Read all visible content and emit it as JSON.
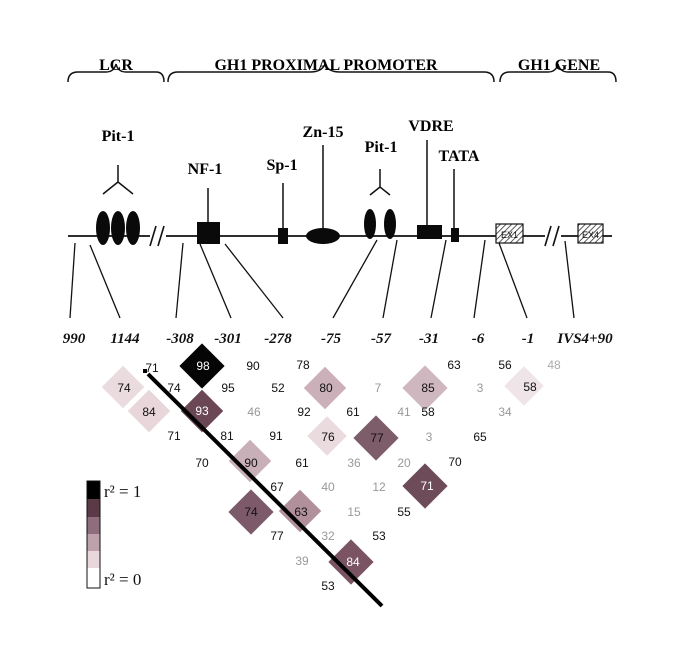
{
  "regions": [
    {
      "id": "lcr",
      "label": "LCR"
    },
    {
      "id": "promoter",
      "label": "GH1 PROXIMAL PROMOTER"
    },
    {
      "id": "gene",
      "label": "GH1 GENE"
    }
  ],
  "elements": [
    {
      "id": "pit1-lcr",
      "label": "Pit-1"
    },
    {
      "id": "nf1",
      "label": "NF-1"
    },
    {
      "id": "sp1",
      "label": "Sp-1"
    },
    {
      "id": "zn15",
      "label": "Zn-15"
    },
    {
      "id": "pit1-prom",
      "label": "Pit-1"
    },
    {
      "id": "vdre",
      "label": "VDRE"
    },
    {
      "id": "tata",
      "label": "TATA"
    }
  ],
  "exons": [
    "EX1",
    "EX4"
  ],
  "positions": [
    "990",
    "1144",
    "-308",
    "-301",
    "-278",
    "-75",
    "-57",
    "-31",
    "-6",
    "-1",
    "IVS4+90"
  ],
  "ld_values": [
    "71",
    "74",
    "84",
    "98",
    "74",
    "93",
    "71",
    "90",
    "95",
    "46",
    "81",
    "78",
    "52",
    "92",
    "70",
    "90",
    "91",
    "80",
    "61",
    "7",
    "67",
    "61",
    "74",
    "76",
    "40",
    "36",
    "77",
    "41",
    "63",
    "12",
    "85",
    "20",
    "58",
    "15",
    "77",
    "32",
    "55",
    "3",
    "39",
    "53",
    "84",
    "53",
    "63",
    "65",
    "71",
    "70",
    "56",
    "3",
    "58",
    "34",
    "48"
  ],
  "legend": {
    "top_label": "r² = 1",
    "bottom_label": "r² = 0"
  },
  "colors": {
    "r2_high": "#000000",
    "r2_mid_high": "#5b3a48",
    "r2_mid": "#8e6e7c",
    "r2_low_mid": "#bda2ac",
    "r2_low": "#e8d8dc",
    "r2_zero": "#ffffff"
  }
}
